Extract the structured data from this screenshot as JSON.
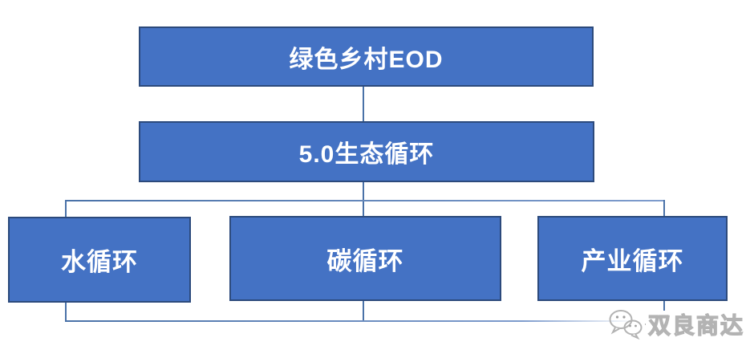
{
  "diagram": {
    "root": {
      "label": "绿色乡村EOD"
    },
    "level2": {
      "label": "5.0生态循环"
    },
    "children": [
      {
        "label": "水循环"
      },
      {
        "label": "碳循环"
      },
      {
        "label": "产业循环"
      }
    ]
  },
  "watermark": {
    "icon": "wechat-logo",
    "dash": "—",
    "text": "双良商达"
  },
  "colors": {
    "box_fill": "#4472c4",
    "box_border": "#2c4a7c",
    "connector": "#4a72a8",
    "text": "#ffffff",
    "watermark_gray": "#b3b3b3",
    "background": "#ffffff"
  }
}
